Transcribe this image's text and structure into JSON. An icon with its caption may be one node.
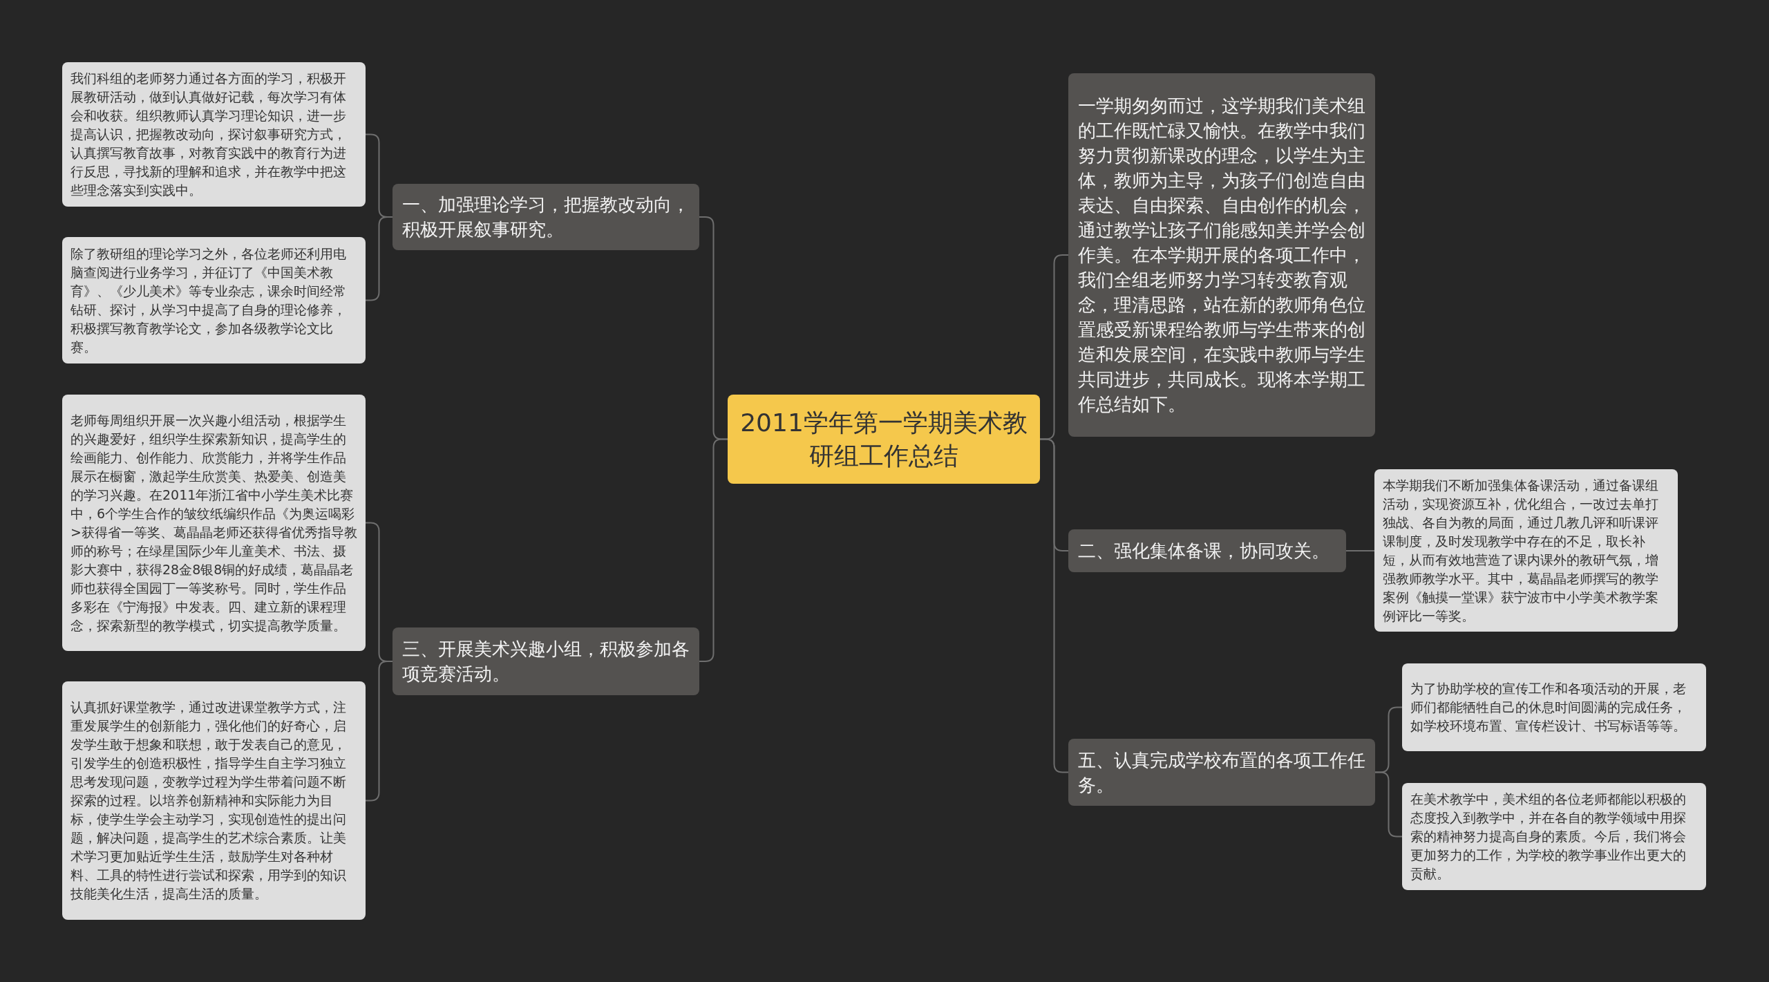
{
  "diagram": {
    "nodes": [
      {
        "text": [
          "2011学年第一学期美术教研组工作总结"
        ]
      },
      {
        "text": [
          "一、加强理论学习，把握教改动向，积极开展叙事研究。"
        ]
      },
      {
        "text": [
          "我们科组的老师努力通过各方面的学习，积极开展教研活动，做到认真做好记载，每次学习有体会和收获。组织教师认真学习理论知识，进一步提高认识，把握教改动向，探讨叙事研究方式，认真撰写教育故事，对教育实践中的教育行为进行反思，寻找新的理解和追求，并在教学中把这些理念落实到实践中。"
        ]
      },
      {
        "text": [
          "除了教研组的理论学习之外，各位老师还利用电脑查阅进行业务学习，并征订了《中国美术教育》、《少儿美术》等专业杂志，课余时间经常钻研、探讨，从学习中提高了自身的理论修养，积极撰写教育教学论文，参加各级教学论文比赛。"
        ]
      },
      {
        "text": [
          "三、开展美术兴趣小组，积极参加各项竞赛活动。"
        ]
      },
      {
        "text": [
          "老师每周组织开展一次兴趣小组活动，根据学生的兴趣爱好，组织学生探索新知识，提高学生的绘画能力、创作能力、欣赏能力，并将学生作品展示在橱窗，激起学生欣赏美、热爱美、创造美的学习兴趣。在2011年浙江省中小学生美术比赛中，6个学生合作的皱纹纸编织作品《为奥运喝彩>获得省一等奖、葛晶晶老师还获得省优秀指导教师的称号；在绿星国际少年儿童美术、书法、摄影大赛中，获得28金8银8铜的好成绩，葛晶晶老师也获得全国园丁一等奖称号。同时，学生作品多彩在《宁海报》中发表。四、建立新的课程理念，探索新型的教学模式，切实提高教学质量。"
        ]
      },
      {
        "text": [
          "认真抓好课堂教学，通过改进课堂教学方式，注重发展学生的创新能力，强化他们的好奇心，启发学生敢于想象和联想，敢于发表自己的意见，引发学生的创造积极性，指导学生自主学习独立思考发现问题，变教学过程为学生带着问题不断探索的过程。以培养创新精神和实际能力为目标，使学生学会主动学习，实现创造性的提出问题，解决问题，提高学生的艺术综合素质。让美术学习更加贴近学生生活，鼓励学生对各种材料、工具的特性进行尝试和探索，用学到的知识技能美化生活，提高生活的质量。"
        ]
      },
      {
        "text": [
          "一学期匆匆而过，这学期我们美术组的工作既忙碌又愉快。在教学中我们努力贯彻新课改的理念，以学生为主体，教师为主导，为孩子们创造自由表达、自由探索、自由创作的机会，通过教学让孩子们能感知美并学会创作美。在本学期开展的各项工作中，我们全组老师努力学习转变教育观念，理清思路，站在新的教师角色位置感受新课程给教师与学生带来的创造和发展空间，在实践中教师与学生共同进步，共同成长。现将本学期工作总结如下。"
        ]
      },
      {
        "text": [
          "二、强化集体备课，协同攻关。"
        ]
      },
      {
        "text": [
          "本学期我们不断加强集体备课活动，通过备课组活动，实现资源互补，优化组合，一改过去单打独战、各自为教的局面，通过几教几评和听课评课制度，及时发现教学中存在的不足，取长补短，从而有效地营造了课内课外的教研气氛，增强教师教学水平。其中，葛晶晶老师撰写的教学案例《触摸一堂课》获宁波市中小学美术教学案例评比一等奖。"
        ]
      },
      {
        "text": [
          "五、认真完成学校布置的各项工作任务。"
        ]
      },
      {
        "text": [
          "为了协助学校的宣传工作和各项活动的开展，老师们都能牺牲自己的休息时间圆满的完成任务，如学校环境布置、宣传栏设计、书写标语等等。"
        ]
      },
      {
        "text": [
          "在美术教学中，美术组的各位老师都能以积极的态度投入到教学中，并在各自的教学领域中用探索的精神努力提高自身的素质。今后，我们将会更加努力的工作，为学校的教学事业作出更大的贡献。"
        ]
      }
    ],
    "edges": [
      {
        "from": 0,
        "to": 1,
        "arrow": "none"
      },
      {
        "from": 1,
        "to": 2,
        "arrow": "none"
      },
      {
        "from": 1,
        "to": 3,
        "arrow": "none"
      },
      {
        "from": 0,
        "to": 4,
        "arrow": "none"
      },
      {
        "from": 4,
        "to": 5,
        "arrow": "none"
      },
      {
        "from": 4,
        "to": 6,
        "arrow": "none"
      },
      {
        "from": 0,
        "to": 7,
        "arrow": "none"
      },
      {
        "from": 0,
        "to": 8,
        "arrow": "none"
      },
      {
        "from": 8,
        "to": 9,
        "arrow": "none"
      },
      {
        "from": 0,
        "to": 10,
        "arrow": "none"
      },
      {
        "from": 10,
        "to": 11,
        "arrow": "none"
      },
      {
        "from": 10,
        "to": 12,
        "arrow": "none"
      }
    ]
  }
}
